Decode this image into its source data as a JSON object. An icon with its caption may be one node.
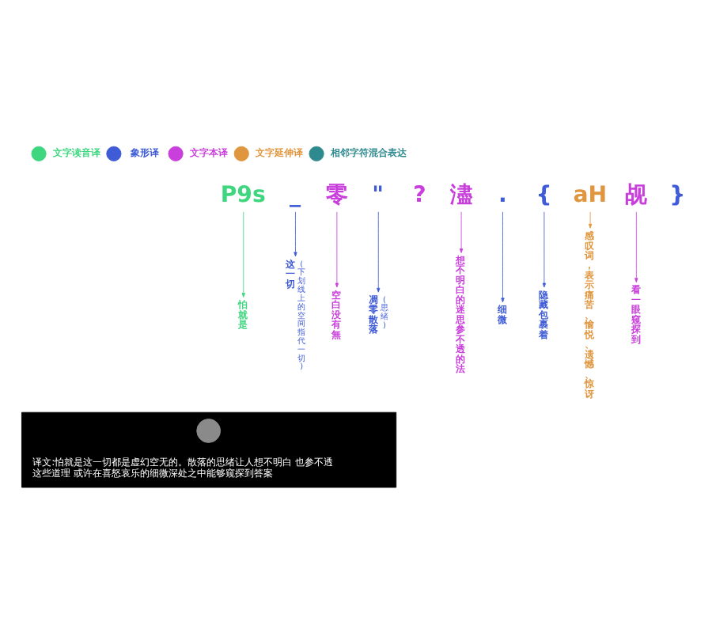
{
  "diagram": {
    "nodes": [
      {
        "text": [
          "P9s"
        ]
      },
      {
        "text": [
          "_"
        ]
      },
      {
        "text": [
          "零"
        ]
      },
      {
        "text": [
          "\""
        ]
      },
      {
        "text": [
          "濜"
        ]
      },
      {
        "text": [
          "."
        ]
      },
      {
        "text": [
          "{"
        ]
      },
      {
        "text": [
          "aH"
        ]
      },
      {
        "text": [
          "觇"
        ]
      },
      {
        "text": [
          "怕就是"
        ]
      },
      {
        "text": [
          "这一切"
        ],
        "beside": [
          "(下划线上的空间指代一切)"
        ]
      },
      {
        "text": [
          "空白没有無"
        ]
      },
      {
        "text": [
          "凋零散落"
        ],
        "beside": [
          "(思绪)"
        ]
      },
      {
        "text": [
          "想不明白的迷思参不透的法"
        ]
      },
      {
        "text": [
          "细微"
        ]
      },
      {
        "text": [
          "隐藏包裹着"
        ]
      },
      {
        "text": [
          "感叹词，表示痛苦、愉悦、遗憾、惊讶"
        ]
      },
      {
        "text": [
          "看一眼窥探到"
        ]
      },
      {
        "text": [
          "译文:怕就是这一切都是虚幻空无的。散落的思绪让人想不明白 也参不透这些道理 或许在喜怒哀乐的细微深处之中能够窥探到答案"
        ]
      },
      {
        "text": [],
        "shape": "circle",
        "in": 18
      }
    ],
    "edges": [
      {
        "from": 0,
        "to": 9,
        "arrow": "to",
        "color": "#3ed67f"
      },
      {
        "from": 1,
        "to": 10,
        "arrow": "to",
        "color": "#3f5bd6"
      },
      {
        "from": 2,
        "to": 11,
        "arrow": "to",
        "color": "#c93fdb"
      },
      {
        "from": 3,
        "to": 12,
        "arrow": "to",
        "color": "#3f5bd6"
      },
      {
        "from": 4,
        "to": 13,
        "arrow": "to",
        "color": "#c93fdb"
      },
      {
        "from": 5,
        "to": 14,
        "arrow": "to",
        "color": "#3f5bd6"
      },
      {
        "from": 6,
        "to": 15,
        "arrow": "to",
        "color": "#3f5bd6"
      },
      {
        "from": 7,
        "to": 16,
        "arrow": "to",
        "color": "#e0963f"
      },
      {
        "from": 8,
        "to": 17,
        "arrow": "to",
        "color": "#c93fdb"
      }
    ],
    "labels": [
      "?",
      "}"
    ],
    "legend": [
      {
        "text": "文字读音译",
        "color": "#3ed67f"
      },
      {
        "text": "象形译",
        "color": "#3f5bd6"
      },
      {
        "text": "文字本译",
        "color": "#c93fdb"
      },
      {
        "text": "文字延伸译",
        "color": "#e0963f"
      },
      {
        "text": "相邻字符混合表达",
        "color": "#2e8a8f"
      }
    ]
  }
}
